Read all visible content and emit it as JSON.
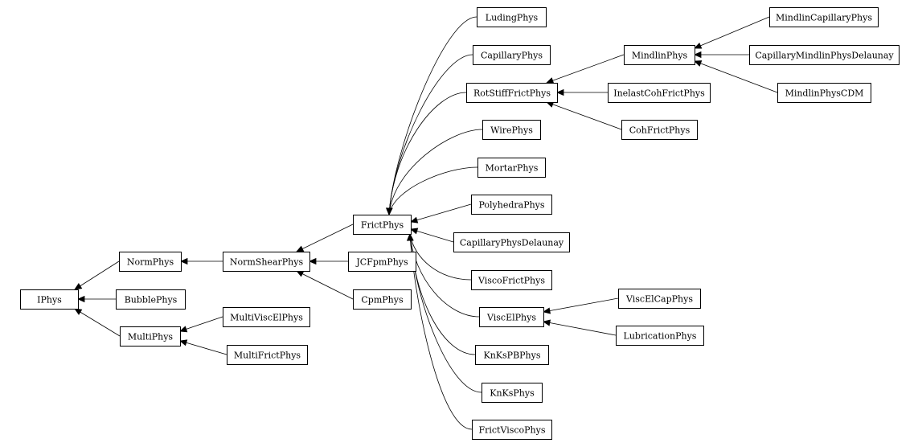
{
  "diagram": {
    "type": "class-inheritance-graph",
    "nodes": [
      {
        "id": "IPhys",
        "label": "IPhys"
      },
      {
        "id": "NormPhys",
        "label": "NormPhys"
      },
      {
        "id": "BubblePhys",
        "label": "BubblePhys"
      },
      {
        "id": "MultiPhys",
        "label": "MultiPhys"
      },
      {
        "id": "NormShearPhys",
        "label": "NormShearPhys"
      },
      {
        "id": "MultiViscElPhys",
        "label": "MultiViscElPhys"
      },
      {
        "id": "MultiFrictPhys",
        "label": "MultiFrictPhys"
      },
      {
        "id": "FrictPhys",
        "label": "FrictPhys"
      },
      {
        "id": "JCFpmPhys",
        "label": "JCFpmPhys"
      },
      {
        "id": "CpmPhys",
        "label": "CpmPhys"
      },
      {
        "id": "LudingPhys",
        "label": "LudingPhys"
      },
      {
        "id": "CapillaryPhys",
        "label": "CapillaryPhys"
      },
      {
        "id": "RotStiffFrictPhys",
        "label": "RotStiffFrictPhys"
      },
      {
        "id": "WirePhys",
        "label": "WirePhys"
      },
      {
        "id": "MortarPhys",
        "label": "MortarPhys"
      },
      {
        "id": "PolyhedraPhys",
        "label": "PolyhedraPhys"
      },
      {
        "id": "CapillaryPhysDelaunay",
        "label": "CapillaryPhysDelaunay"
      },
      {
        "id": "ViscoFrictPhys",
        "label": "ViscoFrictPhys"
      },
      {
        "id": "ViscElPhys",
        "label": "ViscElPhys"
      },
      {
        "id": "KnKsPBPhys",
        "label": "KnKsPBPhys"
      },
      {
        "id": "KnKsPhys",
        "label": "KnKsPhys"
      },
      {
        "id": "FrictViscoPhys",
        "label": "FrictViscoPhys"
      },
      {
        "id": "MindlinPhys",
        "label": "MindlinPhys"
      },
      {
        "id": "InelastCohFrictPhys",
        "label": "InelastCohFrictPhys"
      },
      {
        "id": "CohFrictPhys",
        "label": "CohFrictPhys"
      },
      {
        "id": "ViscElCapPhys",
        "label": "ViscElCapPhys"
      },
      {
        "id": "LubricationPhys",
        "label": "LubricationPhys"
      },
      {
        "id": "MindlinCapillaryPhys",
        "label": "MindlinCapillaryPhys"
      },
      {
        "id": "CapillaryMindlinPhysDelaunay",
        "label": "CapillaryMindlinPhysDelaunay"
      },
      {
        "id": "MindlinPhysCDM",
        "label": "MindlinPhysCDM"
      }
    ],
    "edges": [
      {
        "from": "NormPhys",
        "to": "IPhys"
      },
      {
        "from": "BubblePhys",
        "to": "IPhys"
      },
      {
        "from": "MultiPhys",
        "to": "IPhys"
      },
      {
        "from": "NormShearPhys",
        "to": "NormPhys"
      },
      {
        "from": "MultiViscElPhys",
        "to": "MultiPhys"
      },
      {
        "from": "MultiFrictPhys",
        "to": "MultiPhys"
      },
      {
        "from": "FrictPhys",
        "to": "NormShearPhys"
      },
      {
        "from": "JCFpmPhys",
        "to": "NormShearPhys"
      },
      {
        "from": "CpmPhys",
        "to": "NormShearPhys"
      },
      {
        "from": "LudingPhys",
        "to": "FrictPhys"
      },
      {
        "from": "CapillaryPhys",
        "to": "FrictPhys"
      },
      {
        "from": "RotStiffFrictPhys",
        "to": "FrictPhys"
      },
      {
        "from": "WirePhys",
        "to": "FrictPhys"
      },
      {
        "from": "MortarPhys",
        "to": "FrictPhys"
      },
      {
        "from": "PolyhedraPhys",
        "to": "FrictPhys"
      },
      {
        "from": "CapillaryPhysDelaunay",
        "to": "FrictPhys"
      },
      {
        "from": "ViscoFrictPhys",
        "to": "FrictPhys"
      },
      {
        "from": "ViscElPhys",
        "to": "FrictPhys"
      },
      {
        "from": "KnKsPBPhys",
        "to": "FrictPhys"
      },
      {
        "from": "KnKsPhys",
        "to": "FrictPhys"
      },
      {
        "from": "FrictViscoPhys",
        "to": "FrictPhys"
      },
      {
        "from": "MindlinPhys",
        "to": "RotStiffFrictPhys"
      },
      {
        "from": "InelastCohFrictPhys",
        "to": "RotStiffFrictPhys"
      },
      {
        "from": "CohFrictPhys",
        "to": "RotStiffFrictPhys"
      },
      {
        "from": "ViscElCapPhys",
        "to": "ViscElPhys"
      },
      {
        "from": "LubricationPhys",
        "to": "ViscElPhys"
      },
      {
        "from": "MindlinCapillaryPhys",
        "to": "MindlinPhys"
      },
      {
        "from": "CapillaryMindlinPhysDelaunay",
        "to": "MindlinPhys"
      },
      {
        "from": "MindlinPhysCDM",
        "to": "MindlinPhys"
      }
    ]
  }
}
